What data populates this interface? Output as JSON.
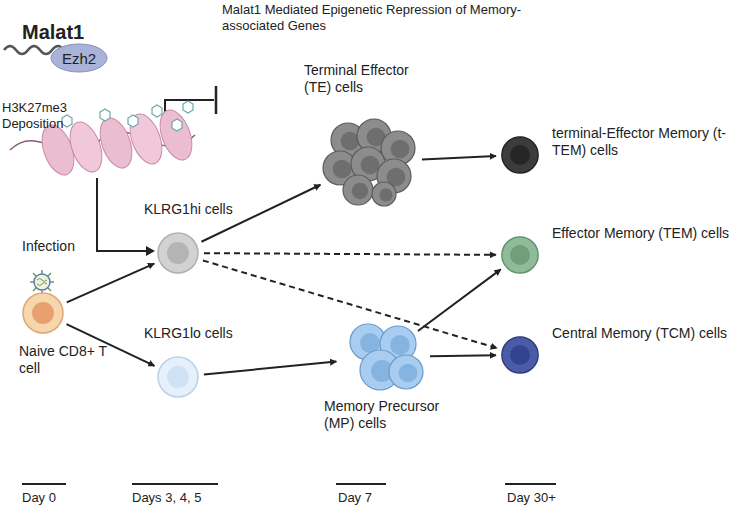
{
  "diagram": {
    "nodes": [
      {
        "text": [
          "Ezh2"
        ]
      },
      {
        "text": [
          "Naive CD8+ T cell"
        ]
      },
      {
        "text": [
          "KLRG1hi cells"
        ]
      },
      {
        "text": [
          "KLRG1lo cells"
        ]
      },
      {
        "text": [
          "Terminal Effector (TE) cells"
        ]
      },
      {
        "text": [
          "Memory Precursor (MP) cells"
        ]
      },
      {
        "text": [
          "terminal-Effector Memory (t-TEM) cells"
        ]
      },
      {
        "text": [
          "Effector Memory (TEM) cells"
        ]
      },
      {
        "text": [
          "Central Memory (TCM) cells"
        ]
      }
    ],
    "edges": [
      {
        "from": 1,
        "to": 2,
        "arrow": "to"
      },
      {
        "from": 1,
        "to": 3,
        "arrow": "to"
      },
      {
        "from": 2,
        "to": 4,
        "arrow": "to"
      },
      {
        "from": 2,
        "to": 7,
        "arrow": "to"
      },
      {
        "from": 2,
        "to": 8,
        "arrow": "to"
      },
      {
        "from": 3,
        "to": 5,
        "arrow": "to"
      },
      {
        "from": 4,
        "to": 6,
        "arrow": "to"
      },
      {
        "from": 5,
        "to": 7,
        "arrow": "to"
      },
      {
        "from": 5,
        "to": 8,
        "arrow": "to"
      }
    ],
    "labels": [
      "Malat1",
      "Malat1 Mediated Epigenetic Repression of Memory-associated Genes",
      "H3K27me3 Deposition",
      "Infection",
      "Day 0",
      "Days 3, 4, 5",
      "Day 7",
      "Day 30+"
    ]
  }
}
